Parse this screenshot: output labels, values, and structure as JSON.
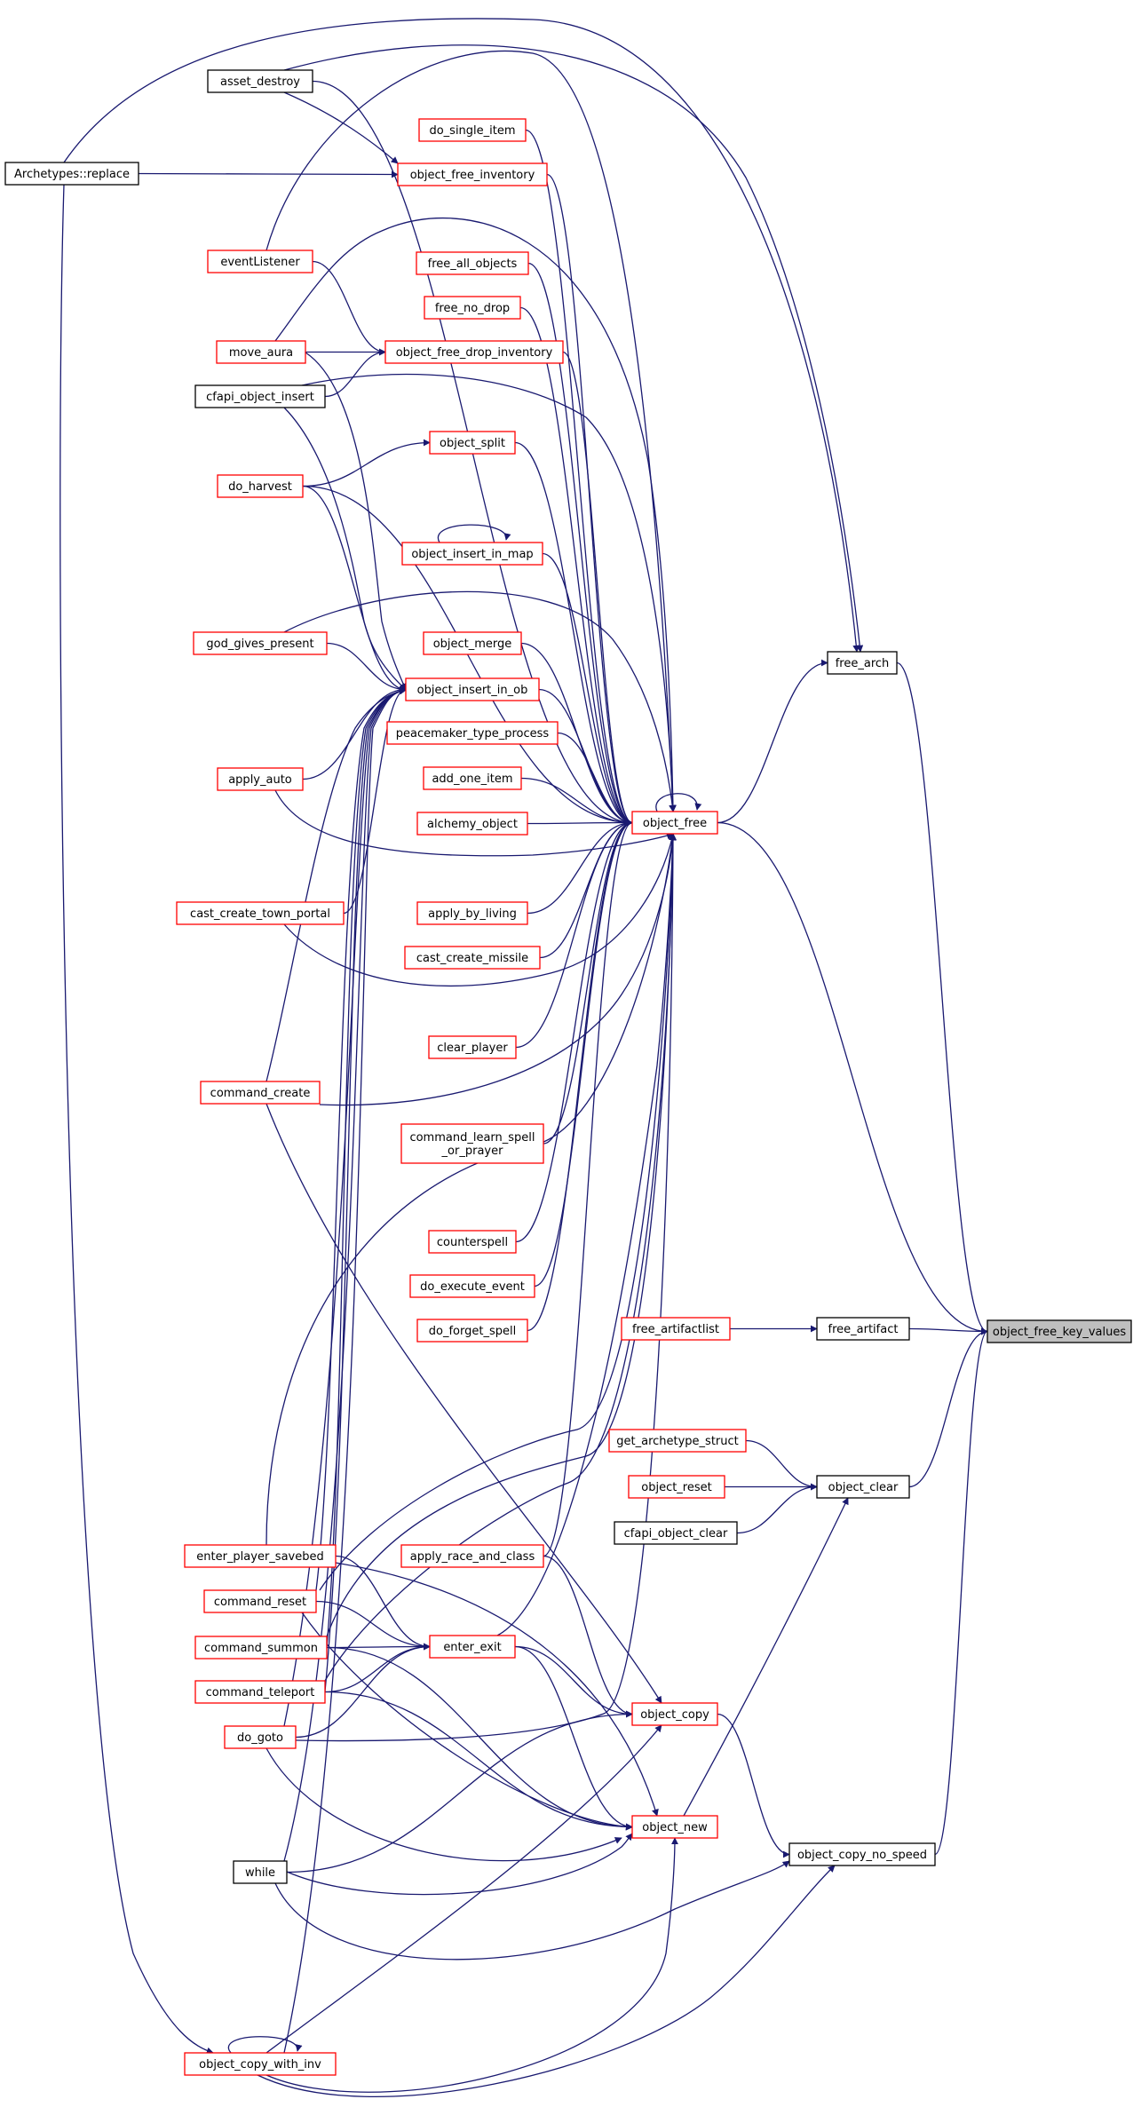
{
  "colors": {
    "edge": "#191970",
    "border_black": "#000000",
    "border_red": "#ff0000",
    "fill_white": "#ffffff",
    "fill_grey": "#bfbfbf"
  },
  "nodes": {
    "object_free_key_values": {
      "label": "object_free_key_values",
      "border": "black",
      "fill": "grey"
    },
    "free_arch": {
      "label": "free_arch",
      "border": "black"
    },
    "object_free": {
      "label": "object_free",
      "border": "red"
    },
    "free_artifact": {
      "label": "free_artifact",
      "border": "black"
    },
    "free_artifactlist": {
      "label": "free_artifactlist",
      "border": "red"
    },
    "object_clear": {
      "label": "object_clear",
      "border": "black"
    },
    "get_archetype_struct": {
      "label": "get_archetype_struct",
      "border": "red"
    },
    "object_reset": {
      "label": "object_reset",
      "border": "red"
    },
    "cfapi_object_clear": {
      "label": "cfapi_object_clear",
      "border": "black"
    },
    "object_copy_no_speed": {
      "label": "object_copy_no_speed",
      "border": "black"
    },
    "archetypes_replace": {
      "label": "Archetypes::replace",
      "border": "black"
    },
    "asset_destroy": {
      "label": "asset_destroy",
      "border": "black"
    },
    "eventListener": {
      "label": "eventListener",
      "border": "red"
    },
    "move_aura": {
      "label": "move_aura",
      "border": "red"
    },
    "cfapi_object_insert": {
      "label": "cfapi_object_insert",
      "border": "black"
    },
    "do_harvest": {
      "label": "do_harvest",
      "border": "red"
    },
    "god_gives_present": {
      "label": "god_gives_present",
      "border": "red"
    },
    "apply_auto": {
      "label": "apply_auto",
      "border": "red"
    },
    "cast_create_town_portal": {
      "label": "cast_create_town_portal",
      "border": "red"
    },
    "command_create": {
      "label": "command_create",
      "border": "red"
    },
    "enter_player_savebed": {
      "label": "enter_player_savebed",
      "border": "red"
    },
    "command_reset": {
      "label": "command_reset",
      "border": "red"
    },
    "command_summon": {
      "label": "command_summon",
      "border": "red"
    },
    "command_teleport": {
      "label": "command_teleport",
      "border": "red"
    },
    "do_goto": {
      "label": "do_goto",
      "border": "red"
    },
    "while": {
      "label": "while",
      "border": "black"
    },
    "object_copy_with_inv": {
      "label": "object_copy_with_inv",
      "border": "red"
    },
    "do_single_item": {
      "label": "do_single_item",
      "border": "red"
    },
    "object_free_inventory": {
      "label": "object_free_inventory",
      "border": "red"
    },
    "free_all_objects": {
      "label": "free_all_objects",
      "border": "red"
    },
    "free_no_drop": {
      "label": "free_no_drop",
      "border": "red"
    },
    "object_free_drop_inventory": {
      "label": "object_free_drop_inventory",
      "border": "red"
    },
    "object_split": {
      "label": "object_split",
      "border": "red"
    },
    "object_insert_in_map": {
      "label": "object_insert_in_map",
      "border": "red"
    },
    "object_merge": {
      "label": "object_merge",
      "border": "red"
    },
    "object_insert_in_ob": {
      "label": "object_insert_in_ob",
      "border": "red"
    },
    "peacemaker_type_process": {
      "label": "peacemaker_type_process",
      "border": "red"
    },
    "add_one_item": {
      "label": "add_one_item",
      "border": "red"
    },
    "alchemy_object": {
      "label": "alchemy_object",
      "border": "red"
    },
    "apply_by_living": {
      "label": "apply_by_living",
      "border": "red"
    },
    "cast_create_missile": {
      "label": "cast_create_missile",
      "border": "red"
    },
    "clear_player": {
      "label": "clear_player",
      "border": "red"
    },
    "command_learn_spell_or_prayer": {
      "label": [
        "command_learn_spell",
        "_or_prayer"
      ],
      "border": "red"
    },
    "counterspell": {
      "label": "counterspell",
      "border": "red"
    },
    "do_execute_event": {
      "label": "do_execute_event",
      "border": "red"
    },
    "do_forget_spell": {
      "label": "do_forget_spell",
      "border": "red"
    },
    "apply_race_and_class": {
      "label": "apply_race_and_class",
      "border": "red"
    },
    "enter_exit": {
      "label": "enter_exit",
      "border": "red"
    },
    "object_copy": {
      "label": "object_copy",
      "border": "red"
    },
    "object_new": {
      "label": "object_new",
      "border": "red"
    }
  },
  "edges": [
    [
      "free_arch",
      "object_free_key_values"
    ],
    [
      "object_free",
      "object_free_key_values"
    ],
    [
      "free_artifact",
      "object_free_key_values"
    ],
    [
      "object_clear",
      "object_free_key_values"
    ],
    [
      "object_copy_no_speed",
      "object_free_key_values"
    ],
    [
      "archetypes_replace",
      "free_arch"
    ],
    [
      "asset_destroy",
      "free_arch"
    ],
    [
      "object_free",
      "free_arch"
    ],
    [
      "object_free",
      "object_free"
    ],
    [
      "free_artifactlist",
      "free_artifact"
    ],
    [
      "get_archetype_struct",
      "object_clear"
    ],
    [
      "object_reset",
      "object_clear"
    ],
    [
      "cfapi_object_clear",
      "object_clear"
    ],
    [
      "object_new",
      "object_clear"
    ],
    [
      "object_copy",
      "object_copy_no_speed"
    ],
    [
      "while",
      "object_copy_no_speed"
    ],
    [
      "object_copy_with_inv",
      "object_copy_no_speed"
    ],
    [
      "archetypes_replace",
      "object_free_inventory"
    ],
    [
      "asset_destroy",
      "object_free_inventory"
    ],
    [
      "eventListener",
      "object_free_drop_inventory"
    ],
    [
      "move_aura",
      "object_free_drop_inventory"
    ],
    [
      "cfapi_object_insert",
      "object_free_drop_inventory"
    ],
    [
      "do_harvest",
      "object_split"
    ],
    [
      "object_insert_in_map",
      "object_insert_in_map"
    ],
    [
      "move_aura",
      "object_insert_in_ob"
    ],
    [
      "cfapi_object_insert",
      "object_insert_in_ob"
    ],
    [
      "do_harvest",
      "object_insert_in_ob"
    ],
    [
      "god_gives_present",
      "object_insert_in_ob"
    ],
    [
      "apply_auto",
      "object_insert_in_ob"
    ],
    [
      "cast_create_town_portal",
      "object_insert_in_ob"
    ],
    [
      "command_create",
      "object_insert_in_ob"
    ],
    [
      "command_reset",
      "object_insert_in_ob"
    ],
    [
      "command_summon",
      "object_insert_in_ob"
    ],
    [
      "command_teleport",
      "object_insert_in_ob"
    ],
    [
      "do_goto",
      "object_insert_in_ob"
    ],
    [
      "while",
      "object_insert_in_ob"
    ],
    [
      "object_copy_with_inv",
      "object_insert_in_ob"
    ],
    [
      "do_single_item",
      "object_free"
    ],
    [
      "object_free_inventory",
      "object_free"
    ],
    [
      "free_all_objects",
      "object_free"
    ],
    [
      "free_no_drop",
      "object_free"
    ],
    [
      "object_free_drop_inventory",
      "object_free"
    ],
    [
      "object_split",
      "object_free"
    ],
    [
      "object_insert_in_map",
      "object_free"
    ],
    [
      "object_merge",
      "object_free"
    ],
    [
      "object_insert_in_ob",
      "object_free"
    ],
    [
      "peacemaker_type_process",
      "object_free"
    ],
    [
      "add_one_item",
      "object_free"
    ],
    [
      "alchemy_object",
      "object_free"
    ],
    [
      "apply_by_living",
      "object_free"
    ],
    [
      "cast_create_missile",
      "object_free"
    ],
    [
      "clear_player",
      "object_free"
    ],
    [
      "command_learn_spell_or_prayer",
      "object_free"
    ],
    [
      "counterspell",
      "object_free"
    ],
    [
      "do_execute_event",
      "object_free"
    ],
    [
      "do_forget_spell",
      "object_free"
    ],
    [
      "apply_race_and_class",
      "object_free"
    ],
    [
      "enter_exit",
      "object_free"
    ],
    [
      "asset_destroy",
      "object_free"
    ],
    [
      "eventListener",
      "object_free"
    ],
    [
      "move_aura",
      "object_free"
    ],
    [
      "cfapi_object_insert",
      "object_free"
    ],
    [
      "do_harvest",
      "object_free"
    ],
    [
      "god_gives_present",
      "object_free"
    ],
    [
      "apply_auto",
      "object_free"
    ],
    [
      "cast_create_town_portal",
      "object_free"
    ],
    [
      "command_create",
      "object_free"
    ],
    [
      "enter_player_savebed",
      "object_free"
    ],
    [
      "command_reset",
      "object_free"
    ],
    [
      "command_summon",
      "object_free"
    ],
    [
      "command_teleport",
      "object_free"
    ],
    [
      "do_goto",
      "object_free"
    ],
    [
      "enter_player_savebed",
      "enter_exit"
    ],
    [
      "command_reset",
      "enter_exit"
    ],
    [
      "command_summon",
      "enter_exit"
    ],
    [
      "command_teleport",
      "enter_exit"
    ],
    [
      "do_goto",
      "enter_exit"
    ],
    [
      "enter_exit",
      "object_copy"
    ],
    [
      "apply_race_and_class",
      "object_copy"
    ],
    [
      "command_create",
      "object_copy"
    ],
    [
      "while",
      "object_copy"
    ],
    [
      "object_copy_with_inv",
      "object_copy"
    ],
    [
      "enter_exit",
      "object_new"
    ],
    [
      "enter_player_savebed",
      "object_new"
    ],
    [
      "command_reset",
      "object_new"
    ],
    [
      "command_summon",
      "object_new"
    ],
    [
      "command_teleport",
      "object_new"
    ],
    [
      "do_goto",
      "object_new"
    ],
    [
      "while",
      "object_new"
    ],
    [
      "object_copy_with_inv",
      "object_new"
    ],
    [
      "object_copy_with_inv",
      "object_copy_with_inv"
    ],
    [
      "archetypes_replace",
      "object_copy_with_inv"
    ]
  ]
}
